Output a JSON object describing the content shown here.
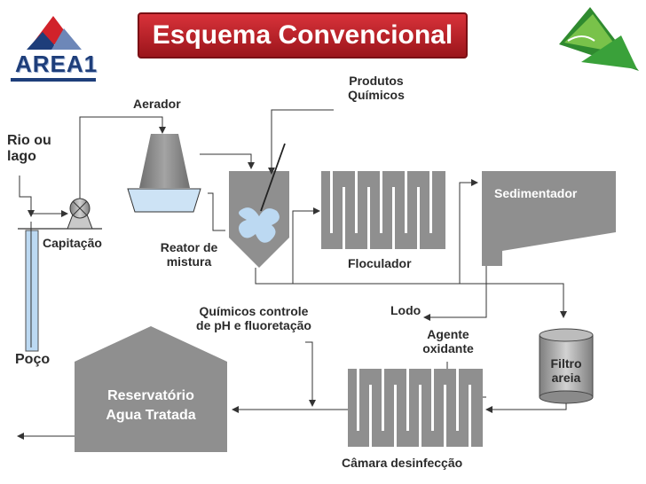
{
  "title": "Esquema Convencional",
  "logo": {
    "text": "AREA1"
  },
  "colors": {
    "title_bg": "#c0282e",
    "shape_gray": "#8f8f8f",
    "light_blue": "#bcd9f2",
    "logo_blue": "#1e3e7a",
    "logo_red": "#d1222a"
  },
  "labels": {
    "rio": "Rio ou\nlago",
    "capitacao": "Capitação",
    "poco": "Poço",
    "aerador": "Aerador",
    "produtos": "Produtos\nQuímicos",
    "reator": "Reator de\nmistura",
    "floculador": "Floculador",
    "sedimentador": "Sedimentador",
    "lodo": "Lodo",
    "quimicos_controle": "Químicos controle\nde pH e fluoretação",
    "agente": "Agente\noxidante",
    "filtro": "Filtro\nareia",
    "reservatorio": "Reservatório\nAgua Tratada",
    "camara": "Câmara desinfecção"
  }
}
